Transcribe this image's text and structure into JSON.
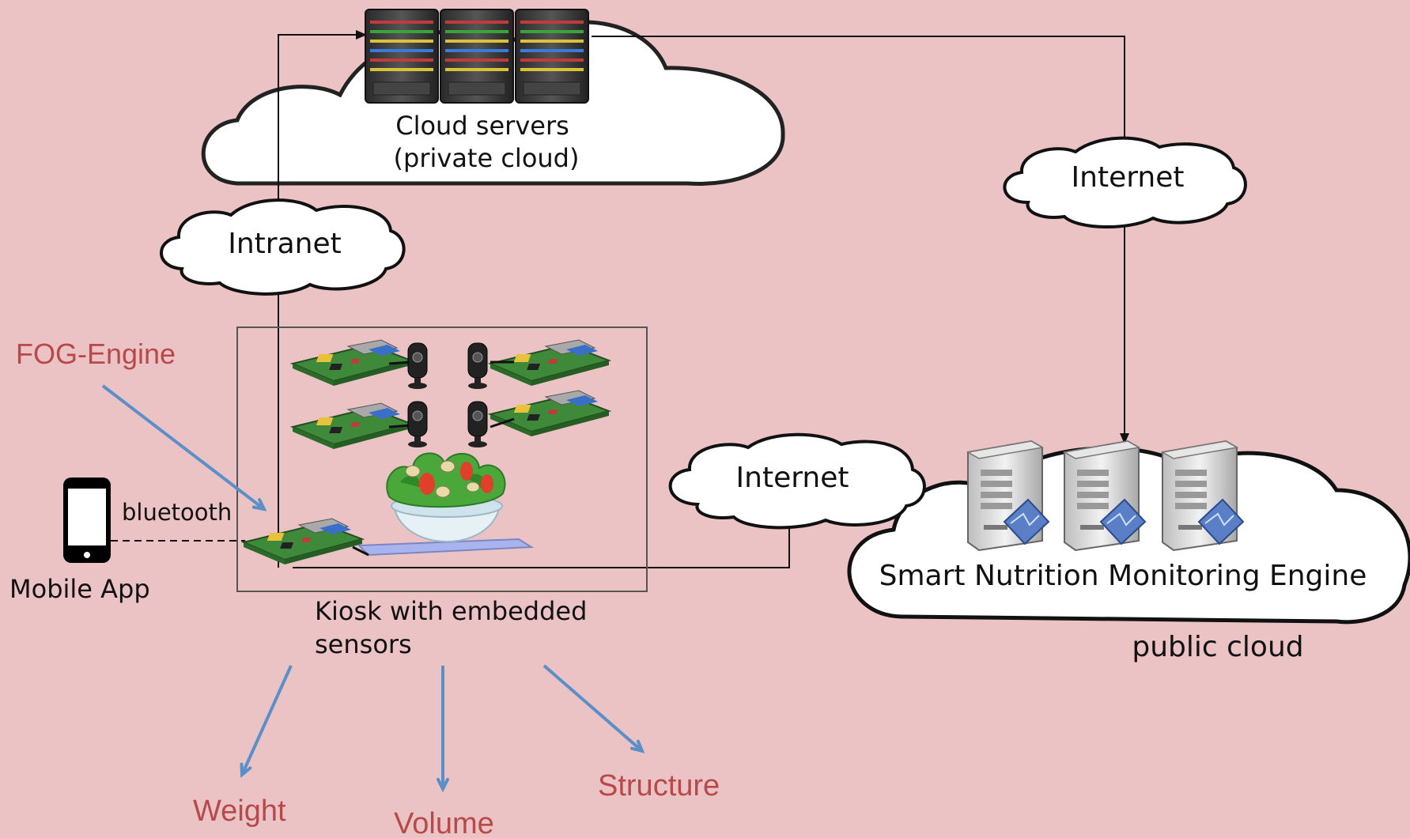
{
  "colors": {
    "background": "#ecc3c4",
    "annotation_text": "#b8494b",
    "annotation_arrow": "#5a8fc8",
    "line": "#111111",
    "cloud_fill": "#ffffff",
    "board_green": "#3f8a3a"
  },
  "private_cloud": {
    "title": "Cloud servers",
    "subtitle": "(private cloud)",
    "icon": "server-rack-icon"
  },
  "intranet_label": "Intranet",
  "internet_top_label": "Internet",
  "internet_mid_label": "Internet",
  "public_cloud": {
    "engine_label": "Smart Nutrition Monitoring Engine",
    "caption": "public cloud",
    "icon": "server-tower-icon"
  },
  "kiosk": {
    "caption_line1": "Kiosk with embedded",
    "caption_line2": "sensors",
    "icons": [
      "raspberry-pi-board-icon",
      "camera-icon",
      "salad-bowl-icon",
      "weighing-plate-icon"
    ]
  },
  "fog_engine_label": "FOG-Engine",
  "mobile": {
    "link_label": "bluetooth",
    "app_label": "Mobile App",
    "icon": "smartphone-icon"
  },
  "outputs": {
    "weight": "Weight",
    "volume": "Volume",
    "structure": "Structure"
  }
}
